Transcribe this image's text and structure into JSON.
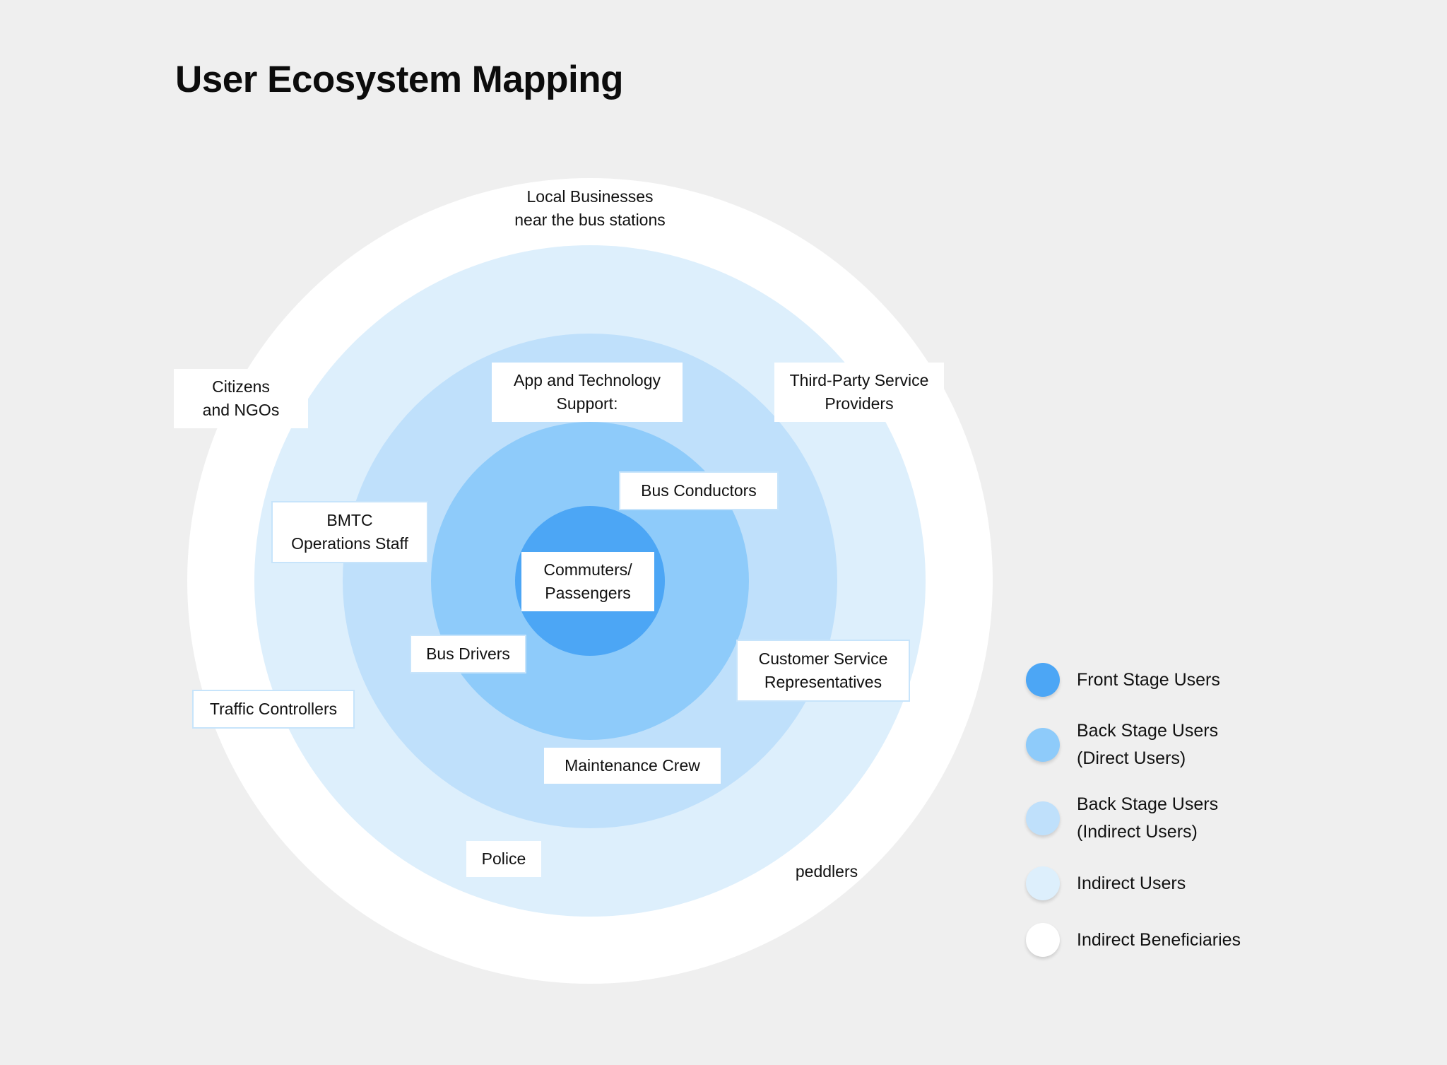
{
  "page": {
    "title": "User Ecosystem Mapping",
    "background_color": "#EFEFEF"
  },
  "chart_data": {
    "type": "concentric-circles",
    "title": "User Ecosystem Mapping",
    "description": "Stakeholder ecosystem map with five concentric rings from core users outward to indirect beneficiaries",
    "rings": [
      {
        "level": 1,
        "name": "Front Stage Users",
        "color": "#4CA6F5",
        "radius_px": 106,
        "members": [
          "Commuters/\nPassengers"
        ]
      },
      {
        "level": 2,
        "name": "Back Stage Users (Direct Users)",
        "color": "#8ECBFA",
        "radius_px": 225,
        "members": [
          "Bus Conductors",
          "Bus Drivers",
          "Maintenance Crew"
        ]
      },
      {
        "level": 3,
        "name": "Back Stage Users (Indirect Users)",
        "color": "#BFE0FB",
        "radius_px": 350,
        "members": [
          "App and Technology Support:",
          "BMTC Operations Staff",
          "Customer Service Representatives"
        ]
      },
      {
        "level": 4,
        "name": "Indirect Users",
        "color": "#DDEFFC",
        "radius_px": 475,
        "members": [
          "Third-Party Service Providers",
          "Traffic Controllers",
          "Police"
        ]
      },
      {
        "level": 5,
        "name": "Indirect Beneficiaries",
        "color": "#FFFFFF",
        "radius_px": 570,
        "members": [
          "Local Businesses near the bus stations",
          "Citizens and NGOs",
          "peddlers"
        ]
      }
    ]
  },
  "labels": {
    "local_businesses": "Local Businesses\nnear the bus stations",
    "citizens_ngos": "Citizens\nand NGOs",
    "app_technology_support": "App and Technology\nSupport:",
    "third_party_providers": "Third-Party Service\nProviders",
    "bus_conductors": "Bus Conductors",
    "bmtc_operations_staff": "BMTC\nOperations Staff",
    "commuters_passengers": "Commuters/\nPassengers",
    "bus_drivers": "Bus Drivers",
    "customer_service_representatives": "Customer Service\nRepresentatives",
    "traffic_controllers": "Traffic Controllers",
    "maintenance_crew": "Maintenance Crew",
    "police": "Police",
    "peddlers": "peddlers"
  },
  "legend": {
    "items": [
      {
        "label": "Front Stage Users",
        "color": "#4CA6F5"
      },
      {
        "label": "Back Stage Users\n(Direct Users)",
        "color": "#8ECBFA"
      },
      {
        "label": "Back Stage Users\n(Indirect Users)",
        "color": "#BFE0FB"
      },
      {
        "label": "Indirect Users",
        "color": "#DDEFFC"
      },
      {
        "label": "Indirect Beneficiaries",
        "color": "#FFFFFF"
      }
    ]
  }
}
